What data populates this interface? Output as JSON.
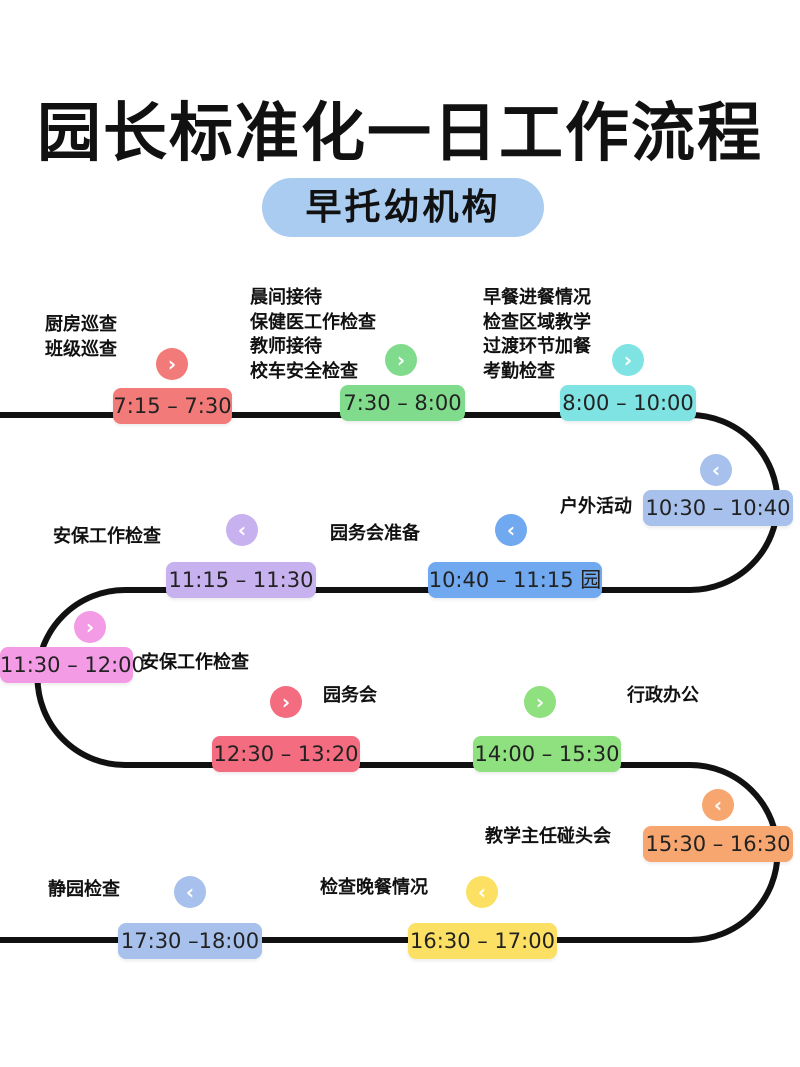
{
  "title": "园长标准化一日工作流程",
  "subtitle": "早托幼机构",
  "line_color": "#111111",
  "steps": [
    {
      "time": "7:15 – 7:30",
      "color": "#f27a78",
      "arrow": "chevron-right",
      "tasks": [
        "厨房巡查",
        "班级巡查"
      ]
    },
    {
      "time": "7:30 – 8:00",
      "color": "#80dc8c",
      "arrow": "chevron-right",
      "tasks": [
        "晨间接待",
        "保健医工作检查",
        "教师接待",
        "校车安全检查"
      ]
    },
    {
      "time": "8:00 – 10:00",
      "color": "#7fe3e3",
      "arrow": "chevron-right",
      "tasks": [
        "早餐进餐情况",
        "检查区域教学",
        "过渡环节加餐",
        "考勤检查"
      ]
    },
    {
      "time": "10:30 – 10:40",
      "color": "#a7c1ec",
      "arrow": "chevron-left",
      "tasks": [
        "户外活动"
      ]
    },
    {
      "time": "10:40 – 11:15 园",
      "color": "#70a9ef",
      "arrow": "chevron-left",
      "tasks": [
        "园务会准备"
      ]
    },
    {
      "time": "11:15 – 11:30",
      "color": "#c7b2ef",
      "arrow": "chevron-left",
      "tasks": [
        "安保工作检查"
      ]
    },
    {
      "time": "11:30 – 12:00",
      "color": "#f49be6",
      "arrow": "chevron-right",
      "tasks": [
        "安保工作检查"
      ]
    },
    {
      "time": "12:30 – 13:20",
      "color": "#f36c80",
      "arrow": "chevron-right",
      "tasks": [
        "园务会"
      ]
    },
    {
      "time": "14:00 – 15:30",
      "color": "#8fe07f",
      "arrow": "chevron-right",
      "tasks": [
        "行政办公"
      ]
    },
    {
      "time": "15:30 – 16:30",
      "color": "#f7a670",
      "arrow": "chevron-left",
      "tasks": [
        "教学主任碰头会"
      ]
    },
    {
      "time": "16:30 – 17:00",
      "color": "#fbe064",
      "arrow": "chevron-left",
      "tasks": [
        "检查晚餐情况"
      ]
    },
    {
      "time": "17:30 –18:00",
      "color": "#a7c1ec",
      "arrow": "chevron-left",
      "tasks": [
        "静园检查"
      ]
    }
  ]
}
